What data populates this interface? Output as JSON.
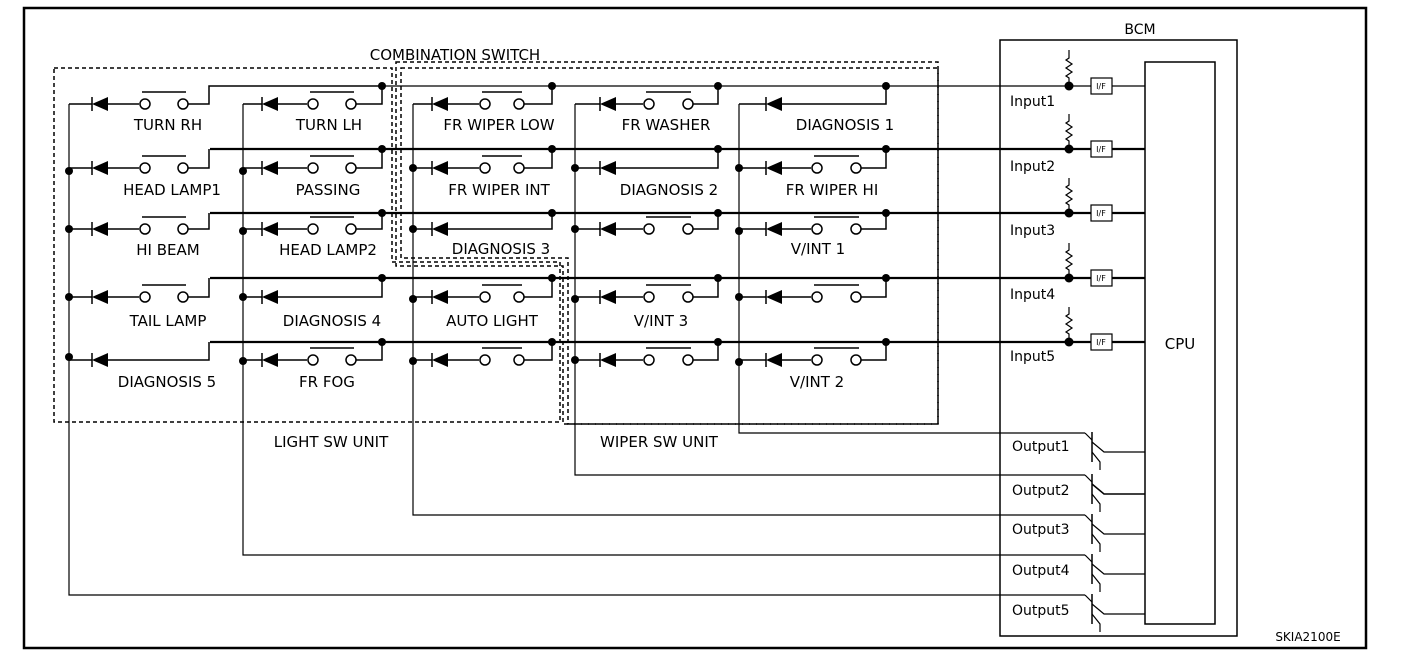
{
  "groups": {
    "combination_switch": "COMBINATION SWITCH",
    "light_sw_unit": "LIGHT SW UNIT",
    "wiper_sw_unit": "WIPER SW UNIT",
    "bcm": "BCM",
    "cpu": "CPU"
  },
  "switches": {
    "turn_rh": "TURN RH",
    "turn_lh": "TURN LH",
    "fr_wiper_low": "FR WIPER LOW",
    "fr_washer": "FR WASHER",
    "diagnosis_1": "DIAGNOSIS 1",
    "head_lamp1": "HEAD LAMP1",
    "passing": "PASSING",
    "fr_wiper_int": "FR WIPER INT",
    "diagnosis_2": "DIAGNOSIS 2",
    "fr_wiper_hi": "FR WIPER HI",
    "hi_beam": "HI BEAM",
    "head_lamp2": "HEAD LAMP2",
    "diagnosis_3": "DIAGNOSIS 3",
    "v_int_1": "V/INT 1",
    "tail_lamp": "TAIL LAMP",
    "diagnosis_4": "DIAGNOSIS 4",
    "auto_light": "AUTO LIGHT",
    "v_int_3": "V/INT 3",
    "diagnosis_5": "DIAGNOSIS 5",
    "fr_fog": "FR FOG",
    "v_int_2": "V/INT 2"
  },
  "inputs": [
    "Input1",
    "Input2",
    "Input3",
    "Input4",
    "Input5"
  ],
  "outputs": [
    "Output1",
    "Output2",
    "Output3",
    "Output4",
    "Output5"
  ],
  "interface_label": "I/F",
  "figure_code": "SKIA2100E"
}
